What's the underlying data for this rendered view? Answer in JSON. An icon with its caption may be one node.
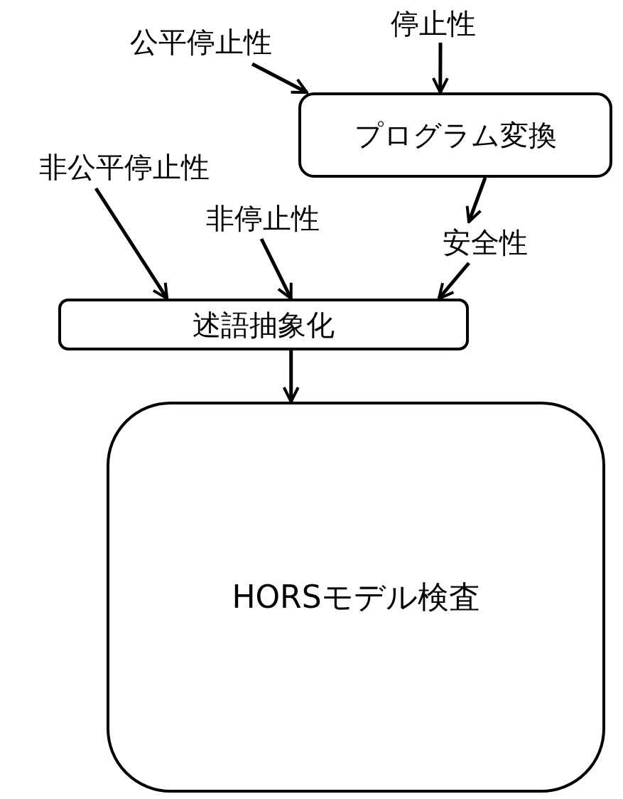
{
  "diagram": {
    "nodes": [
      {
        "text": [
          "公平停止性"
        ]
      },
      {
        "text": [
          "停止性"
        ]
      },
      {
        "text": [
          "プログラム変換"
        ]
      },
      {
        "text": [
          "非公平停止性"
        ]
      },
      {
        "text": [
          "非停止性"
        ]
      },
      {
        "text": [
          "安全性"
        ]
      },
      {
        "text": [
          "述語抽象化"
        ]
      },
      {
        "text": [
          "HORSモデル検査"
        ]
      }
    ],
    "edges": [
      {
        "from": 0,
        "to": 2,
        "arrow": "to"
      },
      {
        "from": 1,
        "to": 2,
        "arrow": "to"
      },
      {
        "from": 2,
        "to": 5,
        "arrow": "to"
      },
      {
        "from": 3,
        "to": 6,
        "arrow": "to"
      },
      {
        "from": 4,
        "to": 6,
        "arrow": "to"
      },
      {
        "from": 5,
        "to": 6,
        "arrow": "to"
      },
      {
        "from": 6,
        "to": 7,
        "arrow": "to"
      }
    ]
  }
}
